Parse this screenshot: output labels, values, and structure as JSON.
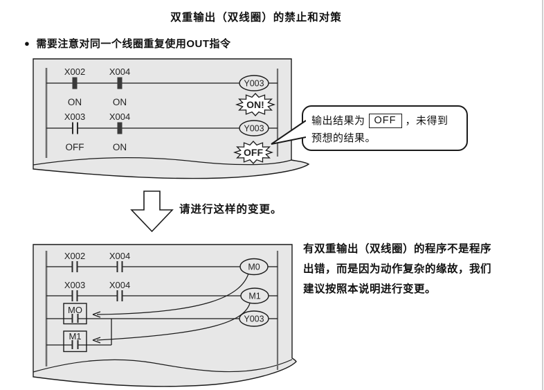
{
  "page": {
    "title": "双重输出（双线圈）的禁止和对策",
    "bullet_marker": "●",
    "bullet_text": "需要注意对同一个线圈重复使用OUT指令"
  },
  "diagram1": {
    "rung1": {
      "c1_label": "X002",
      "c1_state": "ON",
      "c2_label": "X004",
      "c2_state": "ON",
      "coil": "Y003",
      "burst": "ON!"
    },
    "rung2": {
      "c1_label": "X003",
      "c1_state": "OFF",
      "c2_label": "X004",
      "c2_state": "ON",
      "coil": "Y003",
      "burst": "OFF"
    }
  },
  "callout": {
    "text_before": "输出结果为",
    "boxed_value": "OFF",
    "text_after": "，未得到",
    "line2": "预想的结果。"
  },
  "transition": {
    "label": "请进行这样的变更。"
  },
  "diagram2": {
    "rung1": {
      "c1_label": "X002",
      "c2_label": "X004",
      "coil": "M0"
    },
    "rung2": {
      "c1_label": "X003",
      "c2_label": "X004",
      "coil": "M1"
    },
    "rung3": {
      "box_label": "MO",
      "coil": "Y003"
    },
    "rung4": {
      "box_label": "M1"
    }
  },
  "note": {
    "line1": "有双重输出（双线圈）的程序不是程序",
    "line2": "出错，而是因为动作复杂的缘故，我们",
    "line3": "建议按照本说明进行变更。"
  },
  "colors": {
    "paper": "#e7e7e7",
    "line": "#1a1a1a",
    "rail": "#6e6e6e"
  }
}
